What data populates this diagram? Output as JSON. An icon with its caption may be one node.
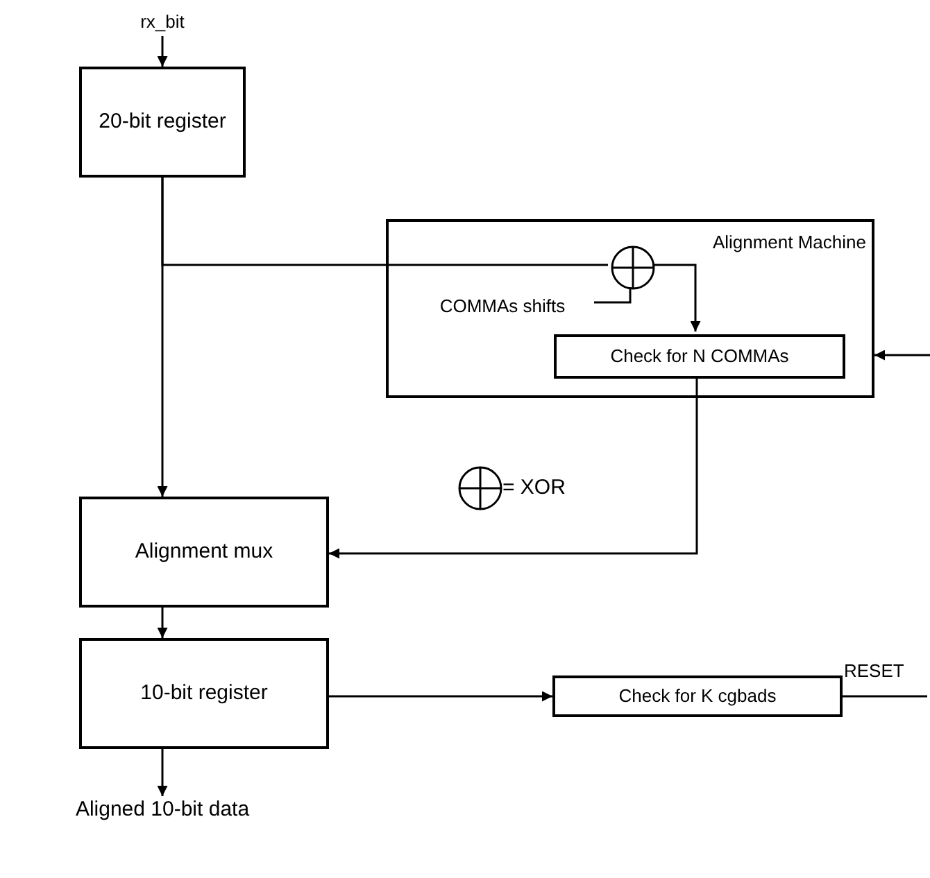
{
  "diagram": {
    "nodes": [
      {
        "text": [
          "rx_bit"
        ]
      },
      {
        "text": [
          "20-bit register"
        ]
      },
      {
        "text": [
          "Alignment Machine"
        ]
      },
      {
        "text": [],
        "shape": "circle",
        "in": 2
      },
      {
        "text": [
          "COMMAs shifts"
        ],
        "in": 2
      },
      {
        "text": [
          "Check for N COMMAs"
        ],
        "in": 2
      },
      {
        "text": [
          "Alignment mux"
        ]
      },
      {
        "text": [
          "10-bit register"
        ]
      },
      {
        "text": [
          "Check for K cgbads"
        ]
      },
      {
        "text": [
          "Aligned 10-bit data"
        ]
      }
    ],
    "edges": [
      {
        "from": 0,
        "to": 1,
        "arrow": "to"
      },
      {
        "from": 1,
        "to": 3,
        "arrow": "none"
      },
      {
        "from": 3,
        "to": 5,
        "arrow": "to"
      },
      {
        "from": 4,
        "to": 3,
        "arrow": "none"
      },
      {
        "from": null,
        "to": 2,
        "arrow": "to"
      },
      {
        "from": 1,
        "to": 6,
        "arrow": "to"
      },
      {
        "from": 5,
        "to": 6,
        "arrow": "to"
      },
      {
        "from": 6,
        "to": 7,
        "arrow": "to"
      },
      {
        "from": 7,
        "to": 8,
        "arrow": "to"
      },
      {
        "from": 8,
        "to": null,
        "arrow": "none",
        "label": "RESET"
      },
      {
        "from": 7,
        "to": 9,
        "arrow": "to"
      }
    ],
    "labels": [
      "= XOR"
    ]
  }
}
